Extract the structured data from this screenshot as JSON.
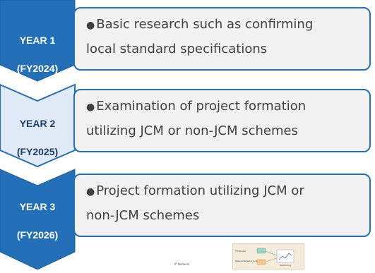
{
  "colors": {
    "dark_chevron": "#2470b8",
    "light_chevron": "#dfeaf6",
    "box_border": "#2470b8",
    "box_fill": "#f2f2f2",
    "text": "#404040"
  },
  "rows": [
    {
      "year": "YEAR 1",
      "fiscal_year": "(FY2024)",
      "style": "dark",
      "description": "Basic research such as confirming\nlocal standard specifications"
    },
    {
      "year": "YEAR 2",
      "fiscal_year": "(FY2025)",
      "style": "light",
      "description": "Examination of project formation\nutilizing JCM or non-JCM schemes"
    },
    {
      "year": "YEAR 3",
      "fiscal_year": "(FY2026)",
      "style": "dark",
      "description": "Project formation utilizing JCM or\nnon-JCM schemes"
    }
  ],
  "thumbnail": {
    "labels": [
      "TM Router",
      "Optical Network Unit",
      "Monitoring"
    ],
    "network_label": "IP Network"
  }
}
